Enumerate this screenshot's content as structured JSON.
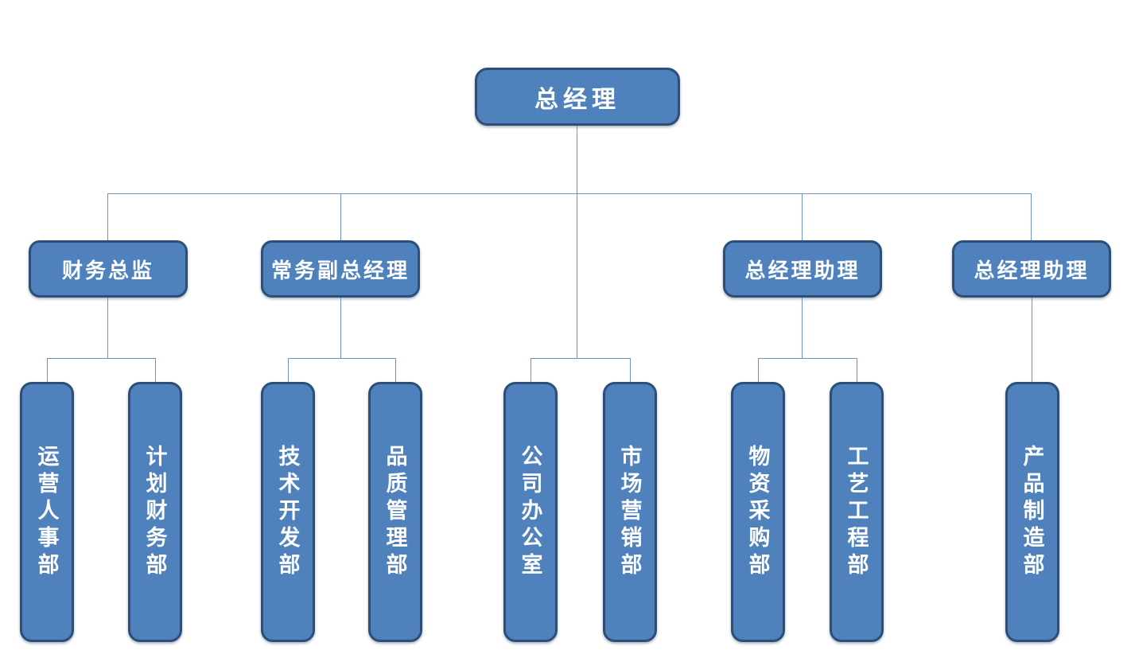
{
  "page": {
    "background": "#ffffff"
  },
  "colors": {
    "box_fill": "#4f81bd",
    "box_border": "#2d4f77",
    "connector_line": "#6e93c3",
    "box_text": "#ffffff"
  },
  "org": {
    "root": {
      "label": "总经理",
      "departments": [
        {
          "label": "公司办公室"
        },
        {
          "label": "市场营销部"
        }
      ]
    },
    "managers": [
      {
        "label": "财务总监",
        "departments": [
          {
            "label": "运营人事部"
          },
          {
            "label": "计划财务部"
          }
        ]
      },
      {
        "label": "常务副总经理",
        "departments": [
          {
            "label": "技术开发部"
          },
          {
            "label": "品质管理部"
          }
        ]
      },
      {
        "label": "总经理助理",
        "departments": [
          {
            "label": "物资采购部"
          },
          {
            "label": "工艺工程部"
          }
        ]
      },
      {
        "label": "总经理助理",
        "departments": [
          {
            "label": "产品制造部"
          }
        ]
      }
    ]
  }
}
